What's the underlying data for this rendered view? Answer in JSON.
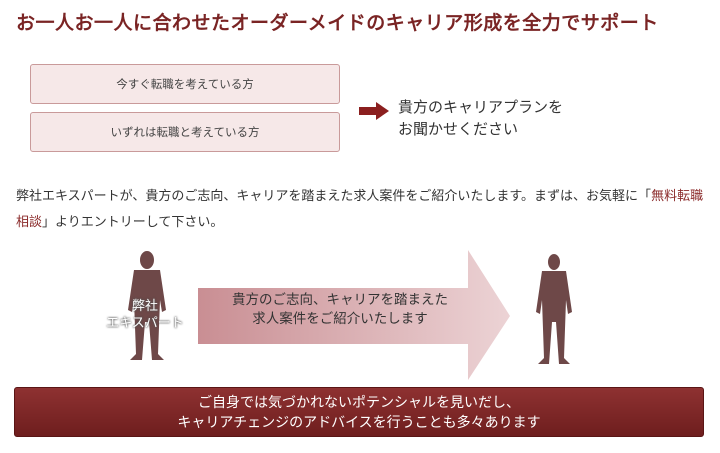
{
  "title": "お一人お一人に合わせたオーダーメイドのキャリア形成を全力でサポート",
  "options": [
    {
      "label": "今すぐ転職を考えている方"
    },
    {
      "label": "いずれは転職と考えている方"
    }
  ],
  "plan": {
    "line1": "貴方のキャリアプランを",
    "line2": "お聞かせください"
  },
  "intro": {
    "before": "弊社エキスパートが、貴方のご志向、キャリアを踏まえた求人案件をご紹介いたします。まずは、お気軽に「",
    "link": "無料転職相談",
    "after": "」よりエントリーして下さい。"
  },
  "diagram": {
    "expert_line1": "弊社",
    "expert_line2": "エキスパート",
    "arrow_line1": "貴方のご志向、キャリアを踏まえた",
    "arrow_line2": "求人案件をご紹介いたします"
  },
  "banner": {
    "line1": "ご自身では気づかれないポテンシャルを見いだし、",
    "line2": "キャリアチェンジのアドバイスを行うことも多々あります"
  },
  "colors": {
    "accent": "#7a2424",
    "box_bg": "#f6e8e8",
    "banner": "#7e2828"
  }
}
